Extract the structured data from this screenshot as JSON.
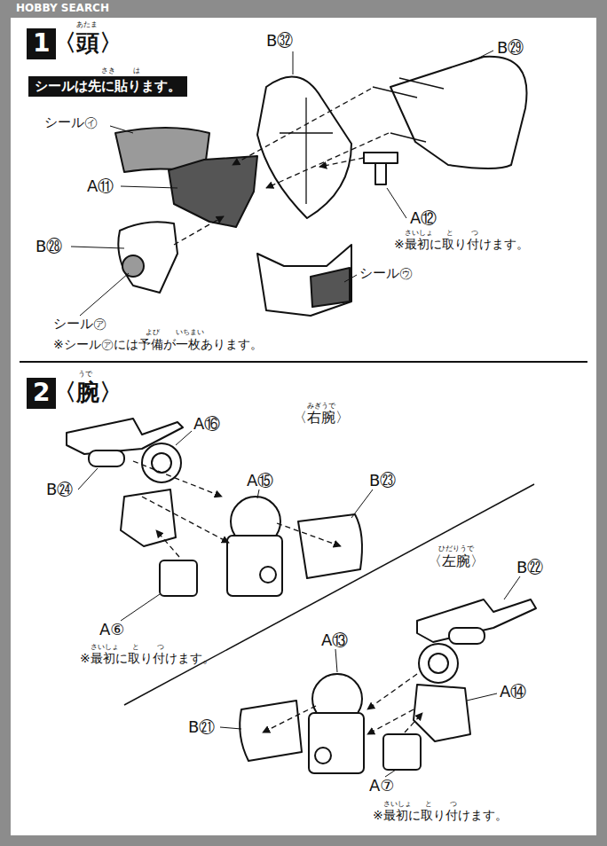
{
  "diagram": {
    "nodes": [
      {
        "text": [
          "1"
        ]
      },
      {
        "text": [
          "シールは先に貼ります。"
        ]
      },
      {
        "text": [
          "2"
        ]
      }
    ],
    "labels": [
      "HOBBY SEARCH",
      "〈頭〉",
      "あたま",
      "さき",
      "は",
      "B㉜",
      "B㉙",
      "シール㋑",
      "A⑪",
      "B㉘",
      "シール㋐",
      "よび",
      "いちまい",
      "※シール㋐には予備が一枚あります。",
      "A⑫",
      "さいしょ",
      "と",
      "つ",
      "※最初に取り付けます。",
      "シール㋒",
      "〈腕〉",
      "うで",
      "〈右腕〉",
      "みぎうで",
      "A⑯",
      "B㉔",
      "A⑮",
      "B㉓",
      "A⑥",
      "さいしょ",
      "と",
      "つ",
      "※最初に取り付けます。",
      "〈左腕〉",
      "ひだりうで",
      "B㉒",
      "A⑬",
      "A⑭",
      "B㉑",
      "A⑦",
      "さいしょ",
      "と",
      "つ",
      "※最初に取り付けます。"
    ]
  }
}
